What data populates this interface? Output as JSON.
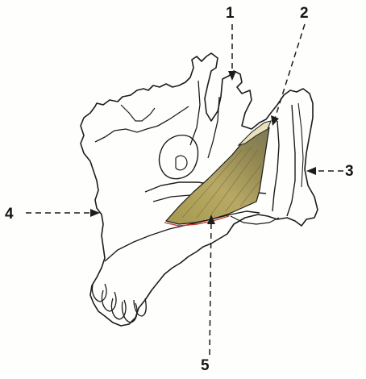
{
  "labels": {
    "one": "1",
    "two": "2",
    "three": "3",
    "four": "4",
    "five": "5"
  },
  "colors": {
    "outline": "#1c1c1c",
    "muscle": "#9c8f52",
    "muscle_highlight": "#c4b56e",
    "muscle_edge": "#c0392b",
    "background": "#fefefc"
  }
}
